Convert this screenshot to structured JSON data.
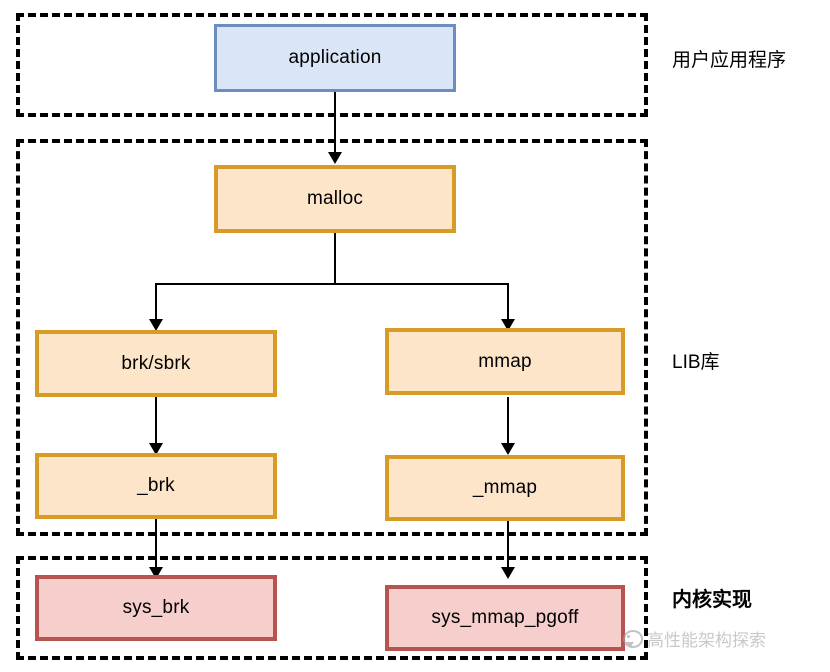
{
  "diagram": {
    "layers": [
      {
        "id": "user-application",
        "label": "用户应用程序"
      },
      {
        "id": "lib-library",
        "label": "LIB库"
      },
      {
        "id": "kernel-implementation",
        "label": "内核实现"
      }
    ],
    "nodes": [
      {
        "id": "application",
        "label": "application",
        "layer": "user-application",
        "style": "app"
      },
      {
        "id": "malloc",
        "label": "malloc",
        "layer": "lib-library",
        "style": "lib"
      },
      {
        "id": "brk-sbrk",
        "label": "brk/sbrk",
        "layer": "lib-library",
        "style": "lib"
      },
      {
        "id": "mmap",
        "label": "mmap",
        "layer": "lib-library",
        "style": "lib"
      },
      {
        "id": "underscore-brk",
        "label": "_brk",
        "layer": "lib-library",
        "style": "lib"
      },
      {
        "id": "underscore-mmap",
        "label": "_mmap",
        "layer": "lib-library",
        "style": "lib"
      },
      {
        "id": "sys-brk",
        "label": "sys_brk",
        "layer": "kernel-implementation",
        "style": "kernel"
      },
      {
        "id": "sys-mmap-pgoff",
        "label": "sys_mmap_pgoff",
        "layer": "kernel-implementation",
        "style": "kernel"
      }
    ],
    "edges": [
      {
        "from": "application",
        "to": "malloc"
      },
      {
        "from": "malloc",
        "to": "brk-sbrk"
      },
      {
        "from": "malloc",
        "to": "mmap"
      },
      {
        "from": "brk-sbrk",
        "to": "underscore-brk"
      },
      {
        "from": "mmap",
        "to": "underscore-mmap"
      },
      {
        "from": "underscore-brk",
        "to": "sys-brk"
      },
      {
        "from": "underscore-mmap",
        "to": "sys-mmap-pgoff"
      }
    ],
    "colors": {
      "app_fill": "#dae5f7",
      "app_border": "#6c8ebf",
      "lib_fill": "#fde5ca",
      "lib_border": "#d79b26",
      "kernel_fill": "#f6cecc",
      "kernel_border": "#b85450",
      "layer_border": "#000000",
      "connector": "#000000"
    }
  },
  "watermark": {
    "text": "高性能架构探索",
    "icon": "speech-bubble-logo-icon"
  }
}
